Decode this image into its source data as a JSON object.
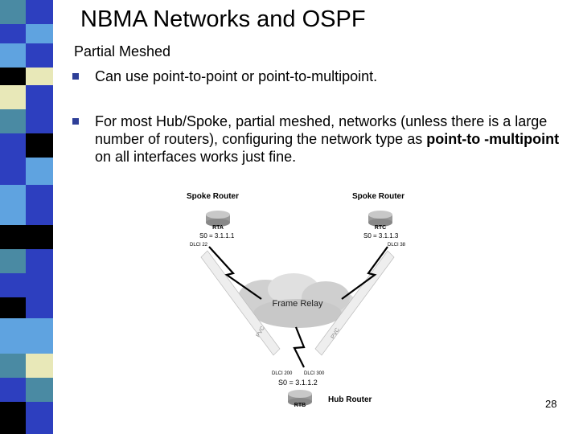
{
  "slide": {
    "title": "NBMA Networks and OSPF",
    "subtitle": "Partial Meshed",
    "bullets": [
      {
        "text": "Can use point-to-point or point-to-multipoint."
      },
      {
        "text_before": "For  most Hub/Spoke, partial meshed, networks (unless there is a large number of routers), configuring the network type as ",
        "bold": "point-to -multipoint",
        "text_after": " on all interfaces works just fine."
      }
    ],
    "page_number": "28"
  },
  "diagram": {
    "cloud_label": "Frame Relay",
    "routers": [
      {
        "role": "Spoke Router",
        "name": "RTA",
        "interface": "S0 = 3.1.1.1",
        "dlci": "DLCI 22"
      },
      {
        "role": "Spoke Router",
        "name": "RTC",
        "interface": "S0 = 3.1.1.3",
        "dlci": "DLCI 38"
      },
      {
        "role": "Hub Router",
        "name": "RTB",
        "interface": "S0 = 3.1.1.2",
        "dlci_left": "DLCI 200",
        "dlci_right": "DLCI 300"
      }
    ],
    "pvc_label": "PVC"
  },
  "colors": {
    "bullet": "#2e3f98",
    "strip_blue": "#2d3fbf",
    "strip_lightblue": "#5fa3e0",
    "strip_teal": "#4a8aa3",
    "strip_black": "#000000",
    "strip_cream": "#e8e8b8"
  }
}
